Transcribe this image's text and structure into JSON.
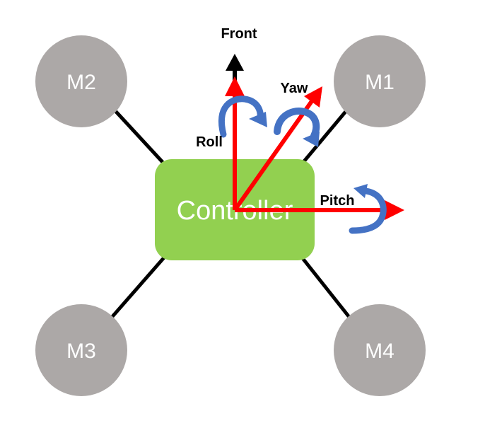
{
  "colors": {
    "motor_fill": "#ACA8A7",
    "controller_fill": "#92D050",
    "axis_red": "#FF0000",
    "front_arrow": "#000000",
    "rotation_blue": "#4472C4",
    "arm_line": "#000000"
  },
  "motors": {
    "m1": "M1",
    "m2": "M2",
    "m3": "M3",
    "m4": "M4"
  },
  "controller": {
    "label": "Controller"
  },
  "labels": {
    "front": "Front",
    "yaw": "Yaw",
    "roll": "Roll",
    "pitch": "Pitch"
  }
}
